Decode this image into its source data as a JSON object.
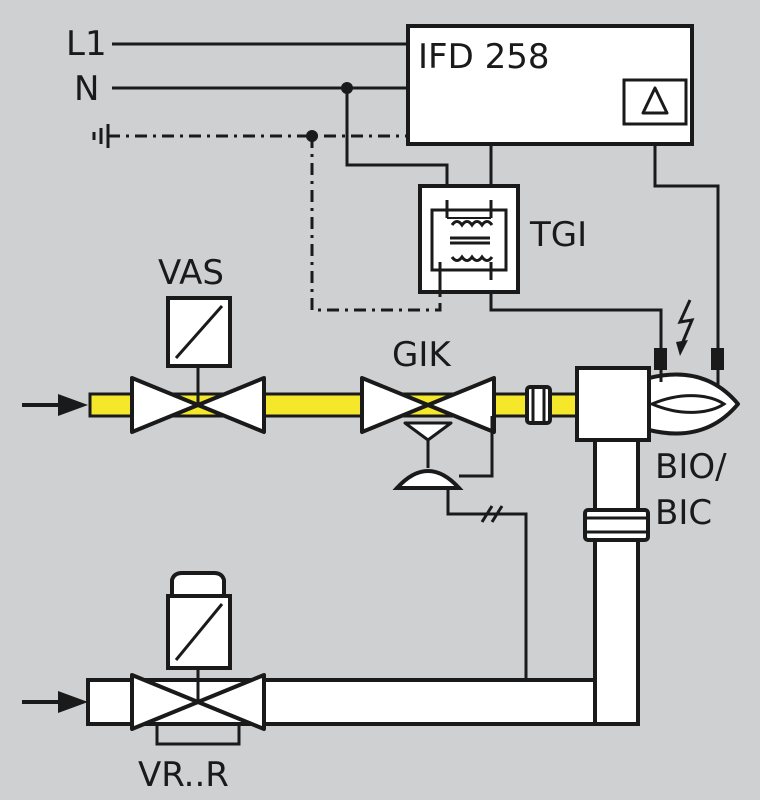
{
  "labels": {
    "l1": "L1",
    "n": "N",
    "controller": "IFD 258",
    "transformer": "TGI",
    "solenoid_valve": "VAS",
    "gas_governor": "GIK",
    "burner_line1": "BIO/",
    "burner_line2": "BIC",
    "air_valve": "VR..R"
  },
  "colors": {
    "background": "#cfd0d2",
    "gas_pipe": "#f5e82a",
    "line": "#1a1a1a",
    "fill": "#ffffff"
  }
}
